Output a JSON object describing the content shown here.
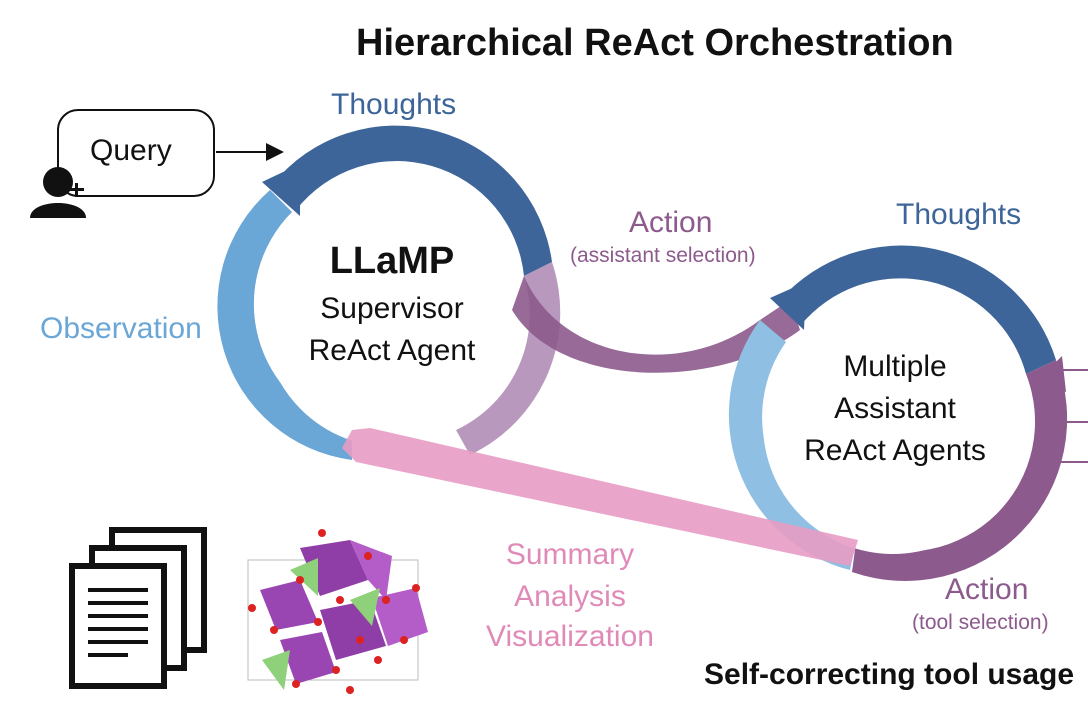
{
  "title": "Hierarchical ReAct Orchestration",
  "query": {
    "label": "Query"
  },
  "supervisor": {
    "name": "LLaMP",
    "line1": "Supervisor",
    "line2": "ReAct Agent",
    "thoughts": "Thoughts",
    "observation": "Observation",
    "action": "Action",
    "action_sub": "(assistant selection)"
  },
  "assistants": {
    "line1": "Multiple",
    "line2": "Assistant",
    "line3": "ReAct Agents",
    "thoughts": "Thoughts",
    "action": "Action",
    "action_sub": "(tool selection)"
  },
  "outputs": {
    "line1": "Summary",
    "line2": "Analysis",
    "line3": "Visualization"
  },
  "caption": "Self-correcting tool usage",
  "colors": {
    "thoughts": "#3d6599",
    "observation": "#6aa6d6",
    "action": "#8c5a8c",
    "summary": "#e89cc4"
  }
}
